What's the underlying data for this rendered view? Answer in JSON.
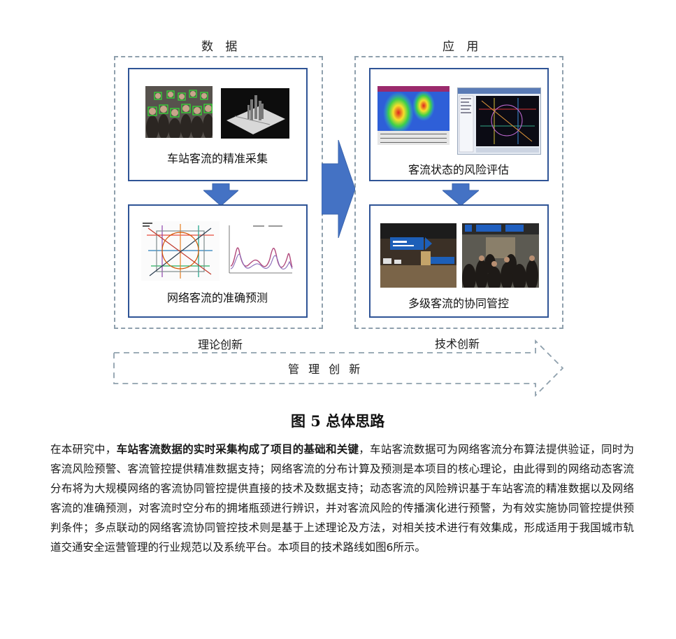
{
  "diagram": {
    "data_section_title": "数 据",
    "app_section_title": "应 用",
    "panels": {
      "p1": "车站客流的精准采集",
      "p2": "网络客流的准确预测",
      "p3": "客流状态的风险评估",
      "p4": "多级客流的协同管控"
    },
    "theory_label": "理论创新",
    "tech_label": "技术创新",
    "management_label": "管 理 创 新"
  },
  "figure_caption": "图 5  总体思路",
  "paragraph": {
    "seg1": "在本研究中，",
    "bold": "车站客流数据的实时采集构成了项目的基础和关键",
    "seg2": "，车站客流数据可为网络客流分布算法提供验证，同时为客流风险预警、客流管控提供精准数据支持；网络客流的分布计算及预测是本项目的核心理论，由此得到的网络动态客流分布将为大规模网络的客流协同管控提供直接的技术及数据支持；动态客流的风险辨识基于车站客流的精准数据以及网络客流的准确预测，对客流时空分布的拥堵瓶颈进行辨识，并对客流风险的传播演化进行预警，为有效实施协同管控提供预判条件；多点联动的网络客流协同管控技术则是基于上述理论及方法，对相关技术进行有效集成，形成适用于我国城市轨道交通安全运营管理的行业规范以及系统平台。本项目的技术路线如图6所示。"
  },
  "colors": {
    "panel_border": "#2f5496",
    "arrow_fill": "#4472c4",
    "dash_border": "#8fa0ad"
  }
}
